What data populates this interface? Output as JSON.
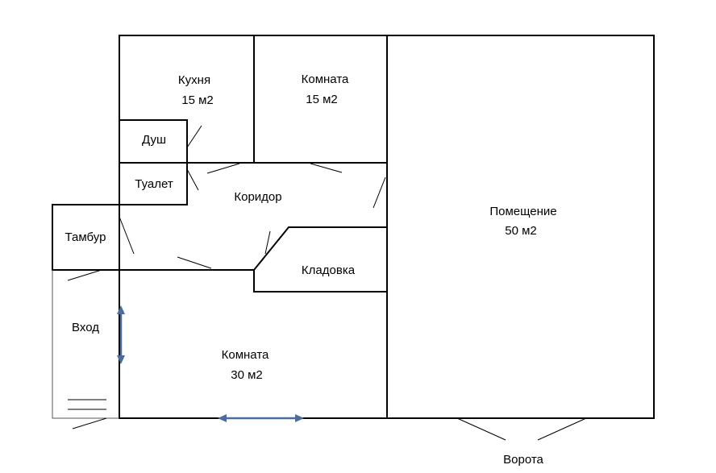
{
  "rooms": {
    "kitchen": {
      "name": "Кухня",
      "area": "15 м2"
    },
    "room_top": {
      "name": "Комната",
      "area": "15 м2"
    },
    "hall": {
      "name": "Помещение",
      "area": "50 м2"
    },
    "shower": {
      "name": "Душ"
    },
    "toilet": {
      "name": "Туалет"
    },
    "corridor": {
      "name": "Коридор"
    },
    "vestibule": {
      "name": "Тамбур"
    },
    "storage": {
      "name": "Кладовка"
    },
    "entrance": {
      "name": "Вход"
    },
    "room_bottom": {
      "name": "Комната",
      "area": "30 м2"
    }
  },
  "gate": {
    "label": "Ворота"
  },
  "colors": {
    "wall": "#000000",
    "arrow": "#4a6d9c"
  }
}
